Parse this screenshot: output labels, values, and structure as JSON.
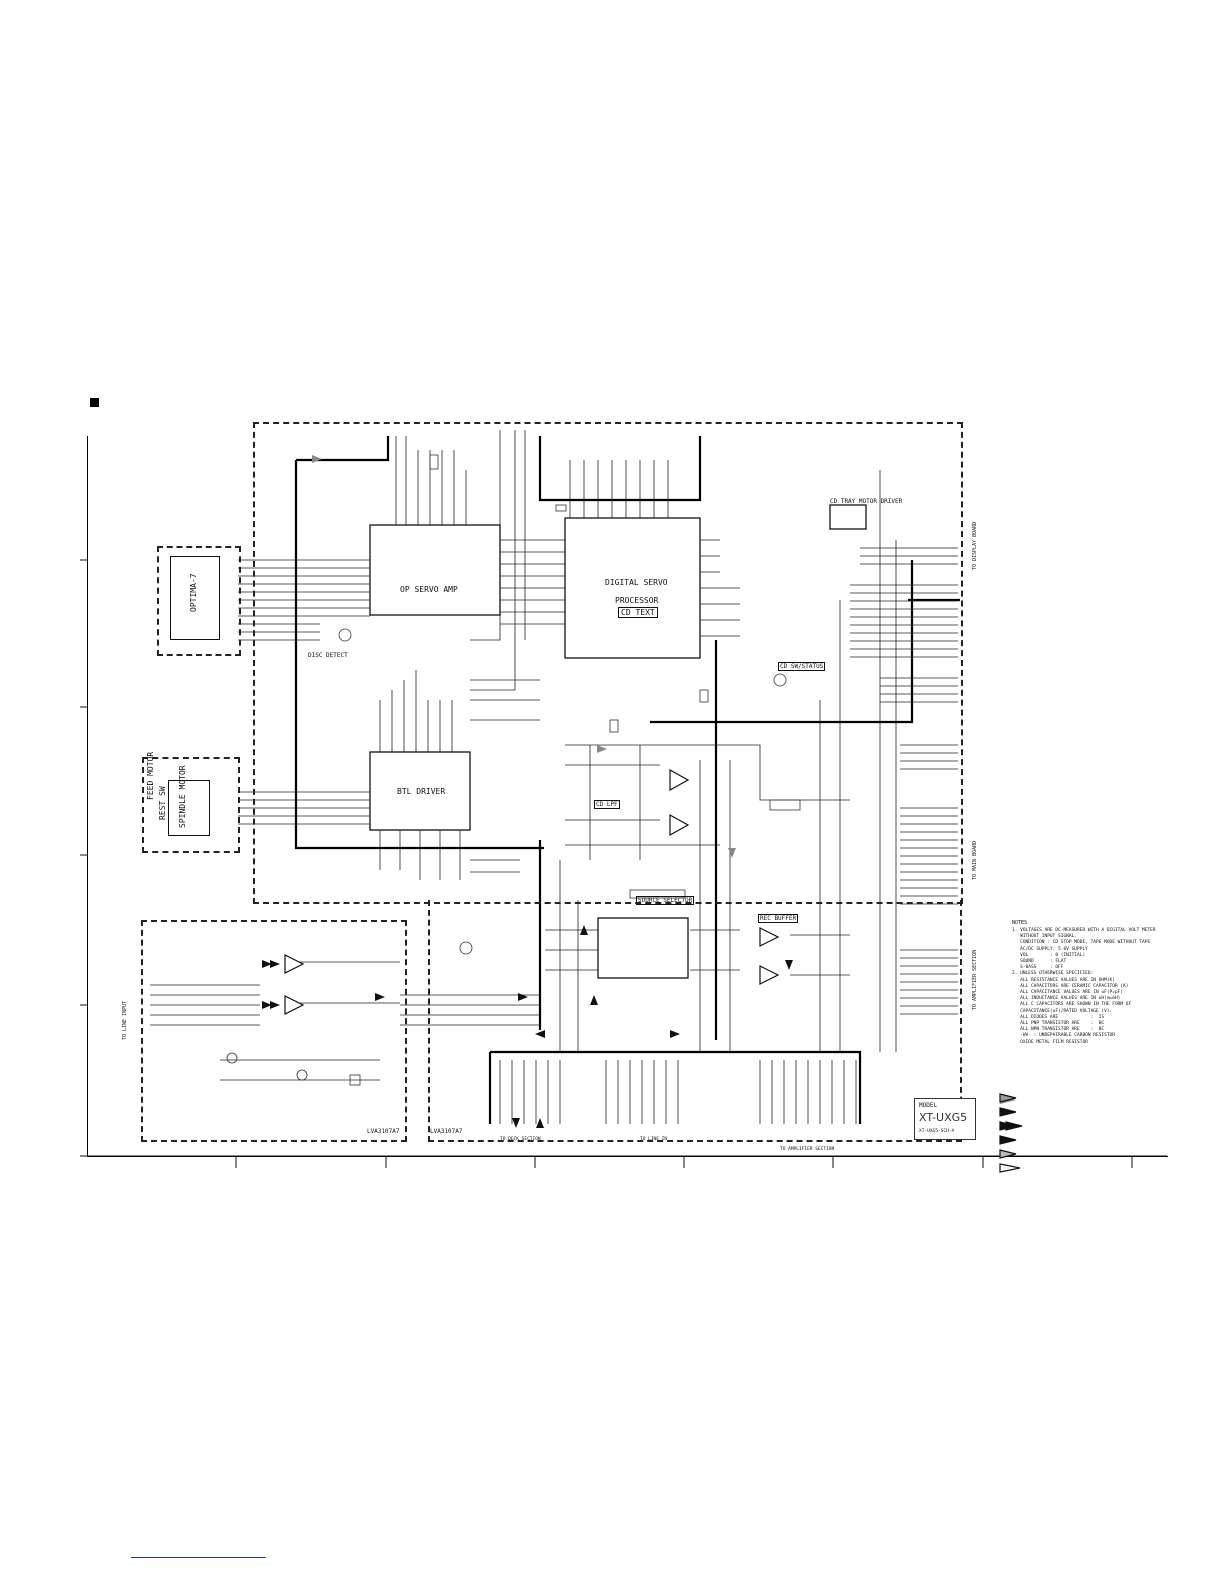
{
  "sheet": {
    "model_label": "MODEL",
    "model_name": "XT-UXG5",
    "model_sub": "XT-UXG5-SCH-A"
  },
  "blocks": {
    "optical_pickup": "OPTIMA-7",
    "servo_amp": "OP SERVO AMP",
    "dsp": {
      "line1": "DIGITAL SERVO",
      "line2": "PROCESSOR",
      "tag": "CD TEXT"
    },
    "btl_driver": "BTL DRIVER",
    "feed_motor": "FEED MOTOR",
    "rest_sw": "REST SW",
    "spindle_motor": "SPINDLE MOTOR",
    "cd_tray_driver": "CD TRAY MOTOR DRIVER",
    "cd_switch": "CD SW/STATUS",
    "source_selector": "SOURCE SELECTOR",
    "rec_buffer": "REC BUFFER",
    "cd_lpf": "CD LPF",
    "disc_detect": "DISC DETECT",
    "pcb_left": "LVA3107A7",
    "pcb_mid": "LVA3107A7"
  },
  "notes": {
    "title": "NOTES",
    "text": "1. VOLTAGES ARE DC-MEASURED WITH A DIGITAL VOLT METER\n   WITHOUT INPUT SIGNAL.\n   CONDITION : CD STOP MODE, TAPE MODE WITHOUT TAPE\n   AC/DC SUPPLY: 5.6V SUPPLY\n   VOL        : 0 (INITIAL)\n   SOUND      : FLAT\n   S-BASS     : OFF\n2. UNLESS OTHERWISE SPECIFIED:\n   ALL RESISTANCE VALUES ARE IN OHM(K)\n   ALL CAPACITORS ARE CERAMIC CAPACITOR (K)\n   ALL CAPACITANCE VALUES ARE IN uF(P=pF)\n   ALL INDUCTANCE VALUES ARE IN uH(m=mH)\n   ALL C CAPACITORS ARE SHOWN IN THE FORM OF\n   CAPACITANCE(uF)/RATED VOLTAGE (V).\n   ALL DIODES ARE            :  IS\n   ALL PNP TRANSISTOR ARE    :  BC\n   ALL NPN TRANSISTOR ARE    :  BC\n   -WV- : UNREPAIRABLE CARBON RESISTOR\n   OXIDE METAL FILM RESISTOR"
  },
  "connectors": {
    "right_top": "TO DISPLAY BOARD",
    "right_mid": "TO MAIN BOARD",
    "right_bottom": "TO AMPLIFIER SECTION",
    "left_bottom": "TO LINE INPUT",
    "bottom_left": "TO DECK SECTION",
    "bottom_mid": "TO LINE IN",
    "bottom_right": "TO AMPLIFIER SECTION"
  }
}
